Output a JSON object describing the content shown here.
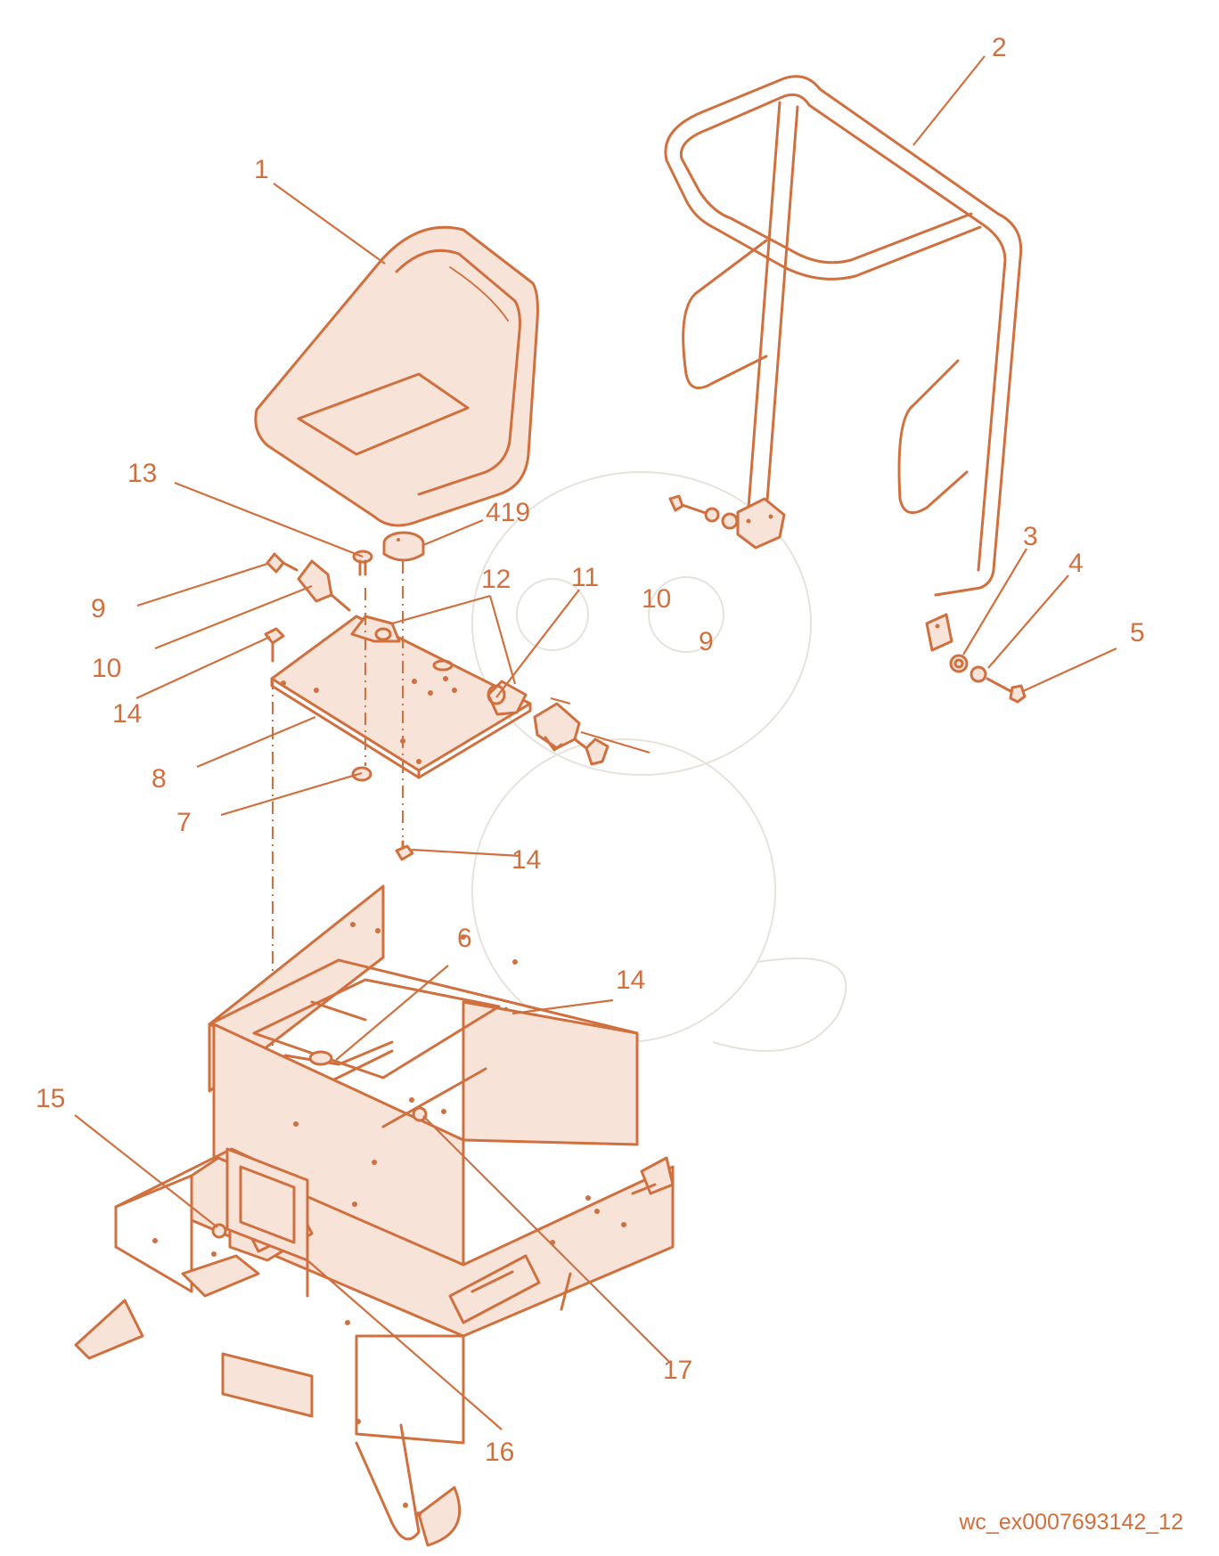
{
  "diagram": {
    "callouts": {
      "c1": "1",
      "c2": "2",
      "c3": "3",
      "c4": "4",
      "c5": "5",
      "c6": "6",
      "c7": "7",
      "c8": "8",
      "c9a": "9",
      "c9b": "9",
      "c10a": "10",
      "c10b": "10",
      "c11": "11",
      "c12": "12",
      "c13": "13",
      "c14a": "14",
      "c14b": "14",
      "c14c": "14",
      "c15": "15",
      "c16": "16",
      "c17": "17",
      "c419": "419"
    },
    "reference_code": "wc_ex0007693142_12",
    "colors": {
      "line": "#d0703f",
      "fill": "#f7e3d8",
      "watermark": "#e7e2dc"
    }
  }
}
